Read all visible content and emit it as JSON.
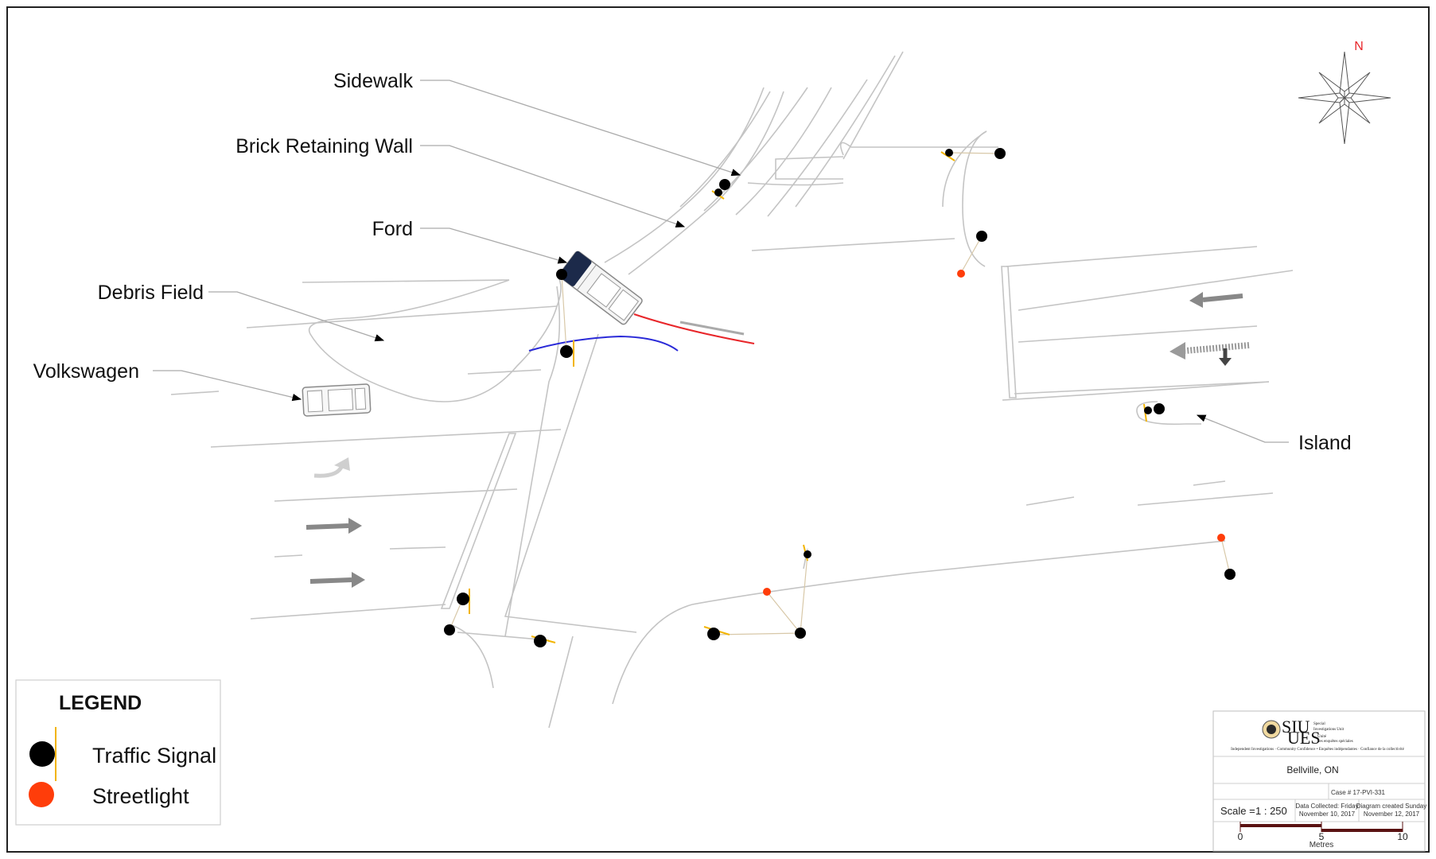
{
  "labels": {
    "sidewalk": "Sidewalk",
    "brick_wall": "Brick Retaining Wall",
    "ford": "Ford",
    "debris": "Debris Field",
    "volkswagen": "Volkswagen",
    "island": "Island"
  },
  "north_label": "N",
  "legend": {
    "title": "LEGEND",
    "traffic_signal": "Traffic Signal",
    "streetlight": "Streetlight"
  },
  "title_block": {
    "logo_big_1": "SIU",
    "logo_big_2": "UES",
    "logo_small_1": "Special",
    "logo_small_2": "Investigations Unit",
    "logo_small_3": "Unité",
    "logo_small_4": "des enquêtes spéciales",
    "logo_motto": "Independent Investigations · Community Confidence • Enquêtes indépendantes · Confiance de la collectivité",
    "location": "Bellville, ON",
    "case": "Case # 17-PVI-331",
    "scale_label": "Scale =",
    "scale_value": "1 : 250",
    "data_collected_1": "Data Collected: Friday",
    "data_collected_2": "November 10, 2017",
    "diagram_created_1": "Diagram created Sunday",
    "diagram_created_2": "November 12, 2017",
    "tick_0": "0",
    "tick_5": "5",
    "tick_10": "10",
    "units": "Metres"
  },
  "colors": {
    "traffic_signal": "#000000",
    "streetlight": "#ff3d0a",
    "signal_arm": "#f2b400",
    "road_line": "#bdbdbd",
    "ford_body": "#1c2a4a",
    "skid_red": "#e8262a",
    "path_blue": "#2a2ad8",
    "north": "#e8262a"
  }
}
